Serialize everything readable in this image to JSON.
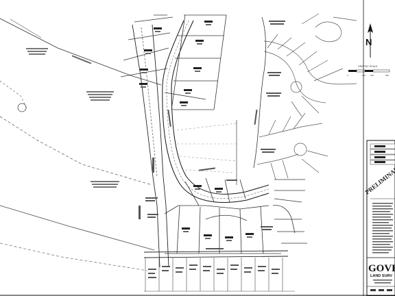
{
  "title_block": {
    "stamp_text": "PRELIMINARY PLAT",
    "company_name": "GOVE",
    "company_subtitle": "LAND SURV"
  },
  "north_arrow": {
    "letter": "N"
  },
  "graphic_scale": {
    "label": "GRAPHIC SCALE",
    "ticks": [
      "0",
      "100",
      "200",
      "300"
    ]
  },
  "colors": {
    "ink": "#111111",
    "line_gray": "#555555",
    "faint": "#9a9a9a",
    "title_fill": "#e6e6e6",
    "background": "#ffffff"
  }
}
